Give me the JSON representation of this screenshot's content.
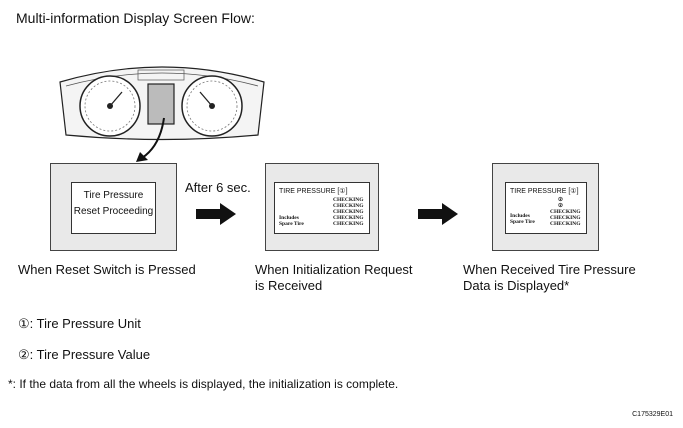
{
  "title": "Multi-information Display Screen Flow:",
  "screens": {
    "screen1": {
      "line1": "Tire Pressure",
      "line2": "Reset Proceeding"
    },
    "screen2": {
      "header": "TIRE PRESSURE [",
      "header_icon": "①",
      "header_end": "]",
      "rows": [
        "CHECKING",
        "CHECKING",
        "CHECKING",
        "CHECKING",
        "CHECKING"
      ],
      "label_includes": "Includes",
      "label_spare": "Spare Tire"
    },
    "screen3": {
      "header": "TIRE PRESSURE [",
      "header_icon": "①",
      "header_end": "]",
      "marks": [
        "②",
        "②"
      ],
      "rows": [
        "CHECKING",
        "CHECKING",
        "CHECKING"
      ],
      "label_includes": "Includes",
      "label_spare": "Spare Tire"
    }
  },
  "after_label": "After 6 sec.",
  "captions": {
    "c1": "When Reset Switch is Pressed",
    "c2_line1": "When Initialization Request",
    "c2_line2": "is Received",
    "c3_line1": "When Received Tire Pressure",
    "c3_line2": "Data is Displayed*"
  },
  "legend": {
    "item1": "①: Tire Pressure Unit",
    "item2": "②: Tire Pressure Value"
  },
  "footnote": "*: If the data from all the wheels is displayed, the initialization is complete.",
  "figure_code": "C175329E01"
}
